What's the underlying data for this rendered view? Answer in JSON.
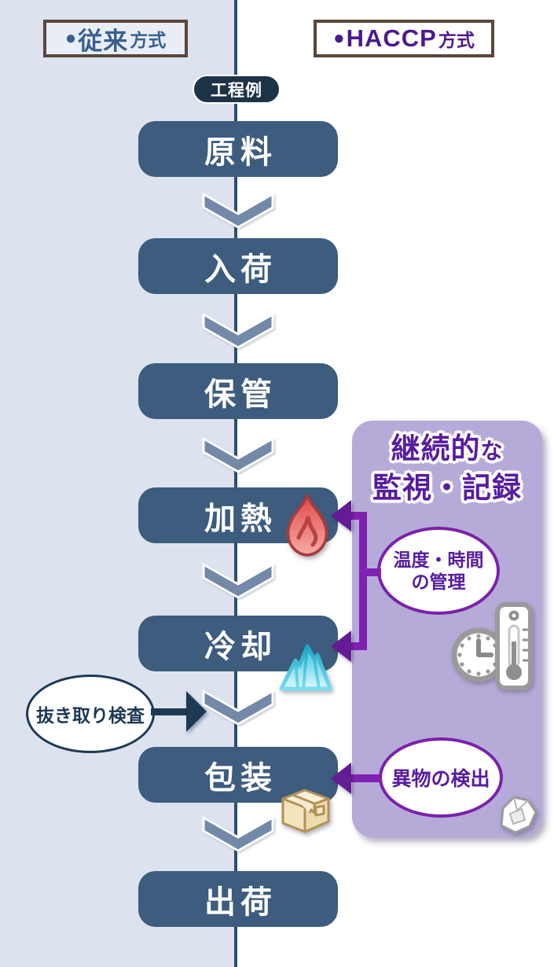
{
  "diagram": {
    "left_method": {
      "bullet": "●",
      "name": "従来",
      "suffix": "方式"
    },
    "right_method": {
      "bullet": "●",
      "name": "HACCP",
      "suffix": "方式"
    },
    "badge": "工程例",
    "steps": [
      {
        "label": "原料"
      },
      {
        "label": "入荷"
      },
      {
        "label": "保管"
      },
      {
        "label": "加熱",
        "icon": "flame-icon"
      },
      {
        "label": "冷却",
        "icon": "ice-icon"
      },
      {
        "label": "包装",
        "icon": "carton-box-icon"
      },
      {
        "label": "出荷"
      }
    ],
    "sampling_note": "抜き取り検査",
    "panel": {
      "title_main": "継続的",
      "title_small": "な",
      "title_line2": "監視・記録",
      "bubble_temp_line1": "温度・時間",
      "bubble_temp_line2": "の管理",
      "bubble_foreign": "異物の検出",
      "icons": [
        "clock-icon",
        "thermometer-icon",
        "crumpled-paper-icon"
      ]
    }
  },
  "colors": {
    "flow_box": "#3d5c7e",
    "chevron": "#7289a8",
    "divider": "#2e4f6d",
    "left_background": "#dce3ef",
    "badge_background": "#1d3348",
    "panel_background": "#b6abd8",
    "connector_purple": "#8021b2",
    "arrowhead_purple": "#641b96",
    "navy": "#1d3954",
    "haccp_text": "#4b1a8e",
    "legacy_text": "#3a608e",
    "frame_brown": "#5a463c",
    "panel_text": "#571d9e"
  }
}
